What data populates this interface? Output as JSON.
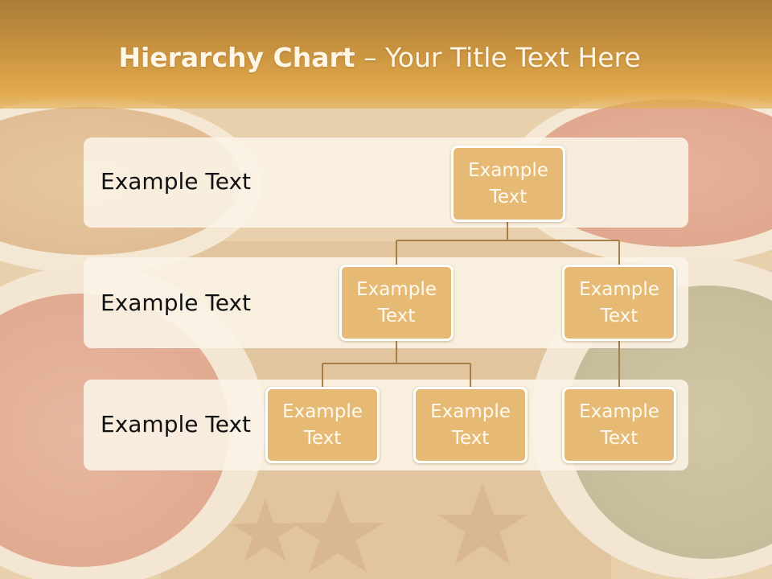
{
  "title": {
    "bold": "Hierarchy Chart",
    "rest": " – Your Title Text Here"
  },
  "rows": [
    {
      "label": "Example Text"
    },
    {
      "label": "Example Text"
    },
    {
      "label": "Example Text"
    }
  ],
  "nodes": {
    "root": "Example Text",
    "level2_left": "Example Text",
    "level2_right": "Example Text",
    "level3_a": "Example Text",
    "level3_b": "Example Text",
    "level3_c": "Example Text"
  },
  "colors": {
    "node_fill": "#e6b974",
    "band_fill": "#fbf3e6",
    "connector": "#a77e47",
    "title_band": "#d69e45"
  }
}
